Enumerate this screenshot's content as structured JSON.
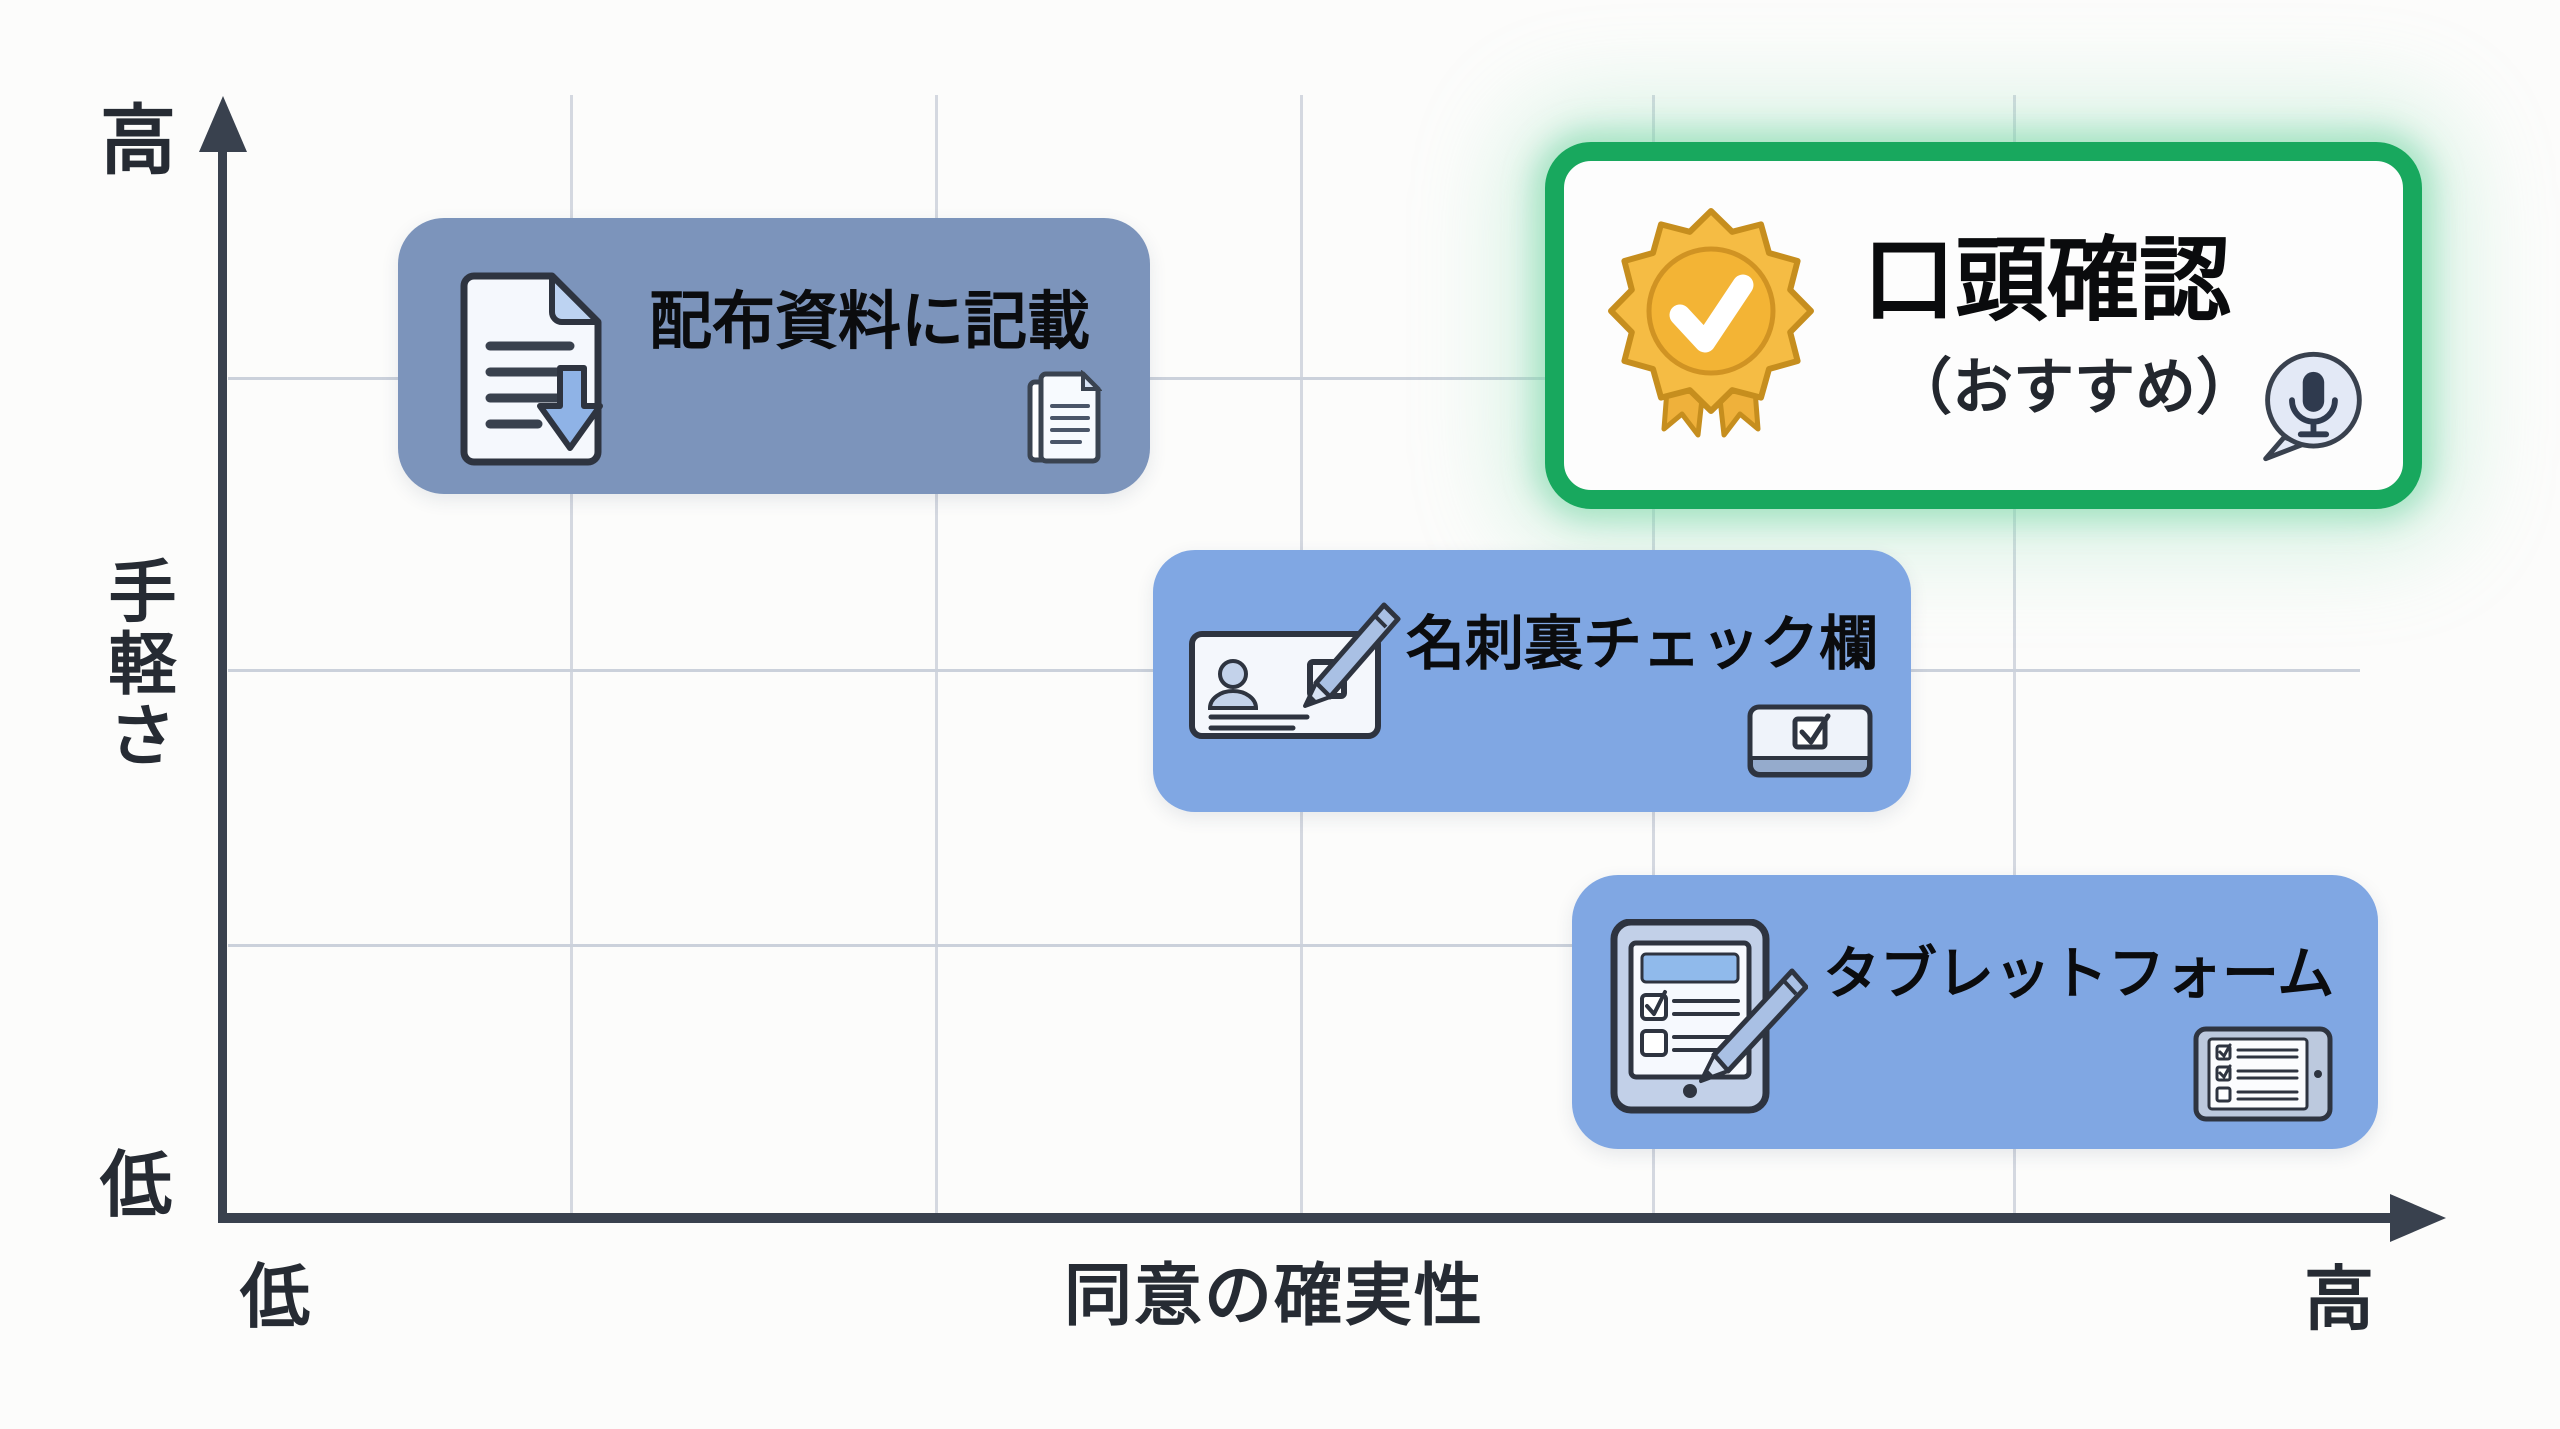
{
  "figure": {
    "y_axis": {
      "top_label": "高",
      "title": "手軽さ",
      "bottom_label": "低"
    },
    "x_axis": {
      "left_label": "低",
      "title": "同意の確実性",
      "right_label": "高"
    }
  },
  "items": [
    {
      "label": "配布資料に記載",
      "icon": "document-download-icon",
      "corner_icon": "pages-icon",
      "recommended": false
    },
    {
      "label": "口頭確認",
      "sublabel": "（おすすめ）",
      "icon": "award-badge-icon",
      "corner_icon": "speech-bubble-mic-icon",
      "recommended": true
    },
    {
      "label": "名刺裏チェック欄",
      "icon": "business-card-pen-icon",
      "corner_icon": "checkbox-card-icon",
      "recommended": false
    },
    {
      "label": "タブレットフォーム",
      "icon": "tablet-form-pen-icon",
      "corner_icon": "tablet-checklist-icon",
      "recommended": false
    }
  ],
  "colors": {
    "box_muted_blue": "#7C94BB",
    "box_blue": "#80A7E3",
    "recommended_green": "#18A85E",
    "axis": "#39414E",
    "gridline": "#CDD2DC",
    "badge_gold": "#F5BC44",
    "text": "#0B0C0E",
    "background": "#FCFCFB"
  },
  "chart_data": {
    "type": "scatter",
    "title": "",
    "xlabel": "同意の確実性",
    "ylabel": "手軽さ",
    "x_range_labels": [
      "低",
      "高"
    ],
    "y_range_labels": [
      "低",
      "高"
    ],
    "grid": true,
    "points": [
      {
        "label": "配布資料に記載",
        "x": 0.25,
        "y": 0.77
      },
      {
        "label": "口頭確認（おすすめ）",
        "x": 0.8,
        "y": 0.8,
        "recommended": true
      },
      {
        "label": "名刺裏チェック欄",
        "x": 0.59,
        "y": 0.48
      },
      {
        "label": "タブレットフォーム",
        "x": 0.79,
        "y": 0.19
      }
    ]
  }
}
